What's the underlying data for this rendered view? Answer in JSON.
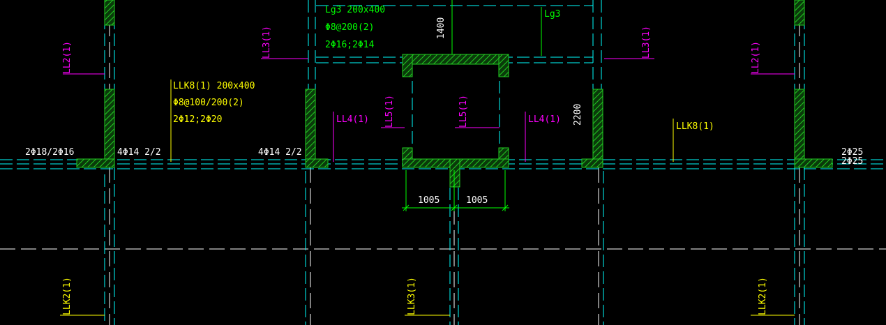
{
  "colors": {
    "background": "#000000",
    "axis_line": "#00ffff",
    "wall_hatch": "#22cc22",
    "gridline": "#ffffff",
    "yellow_label": "#ffff00",
    "magenta_label": "#ff00ff",
    "green_label": "#00ff00"
  },
  "labels": {
    "lg3_spec": "Lg3 200x400",
    "lg3_stirrup": "Φ8@200(2)",
    "lg3_bars": "2Φ16;2Φ14",
    "lg3_tag": "Lg3",
    "dim_1400": "1400",
    "dim_2200": "2200",
    "dim_1005_left": "1005",
    "dim_1005_right": "1005",
    "ll3_left": "LL3(1)",
    "ll3_right": "LL3(1)",
    "ll2_left": "LL2(1)",
    "ll2_right": "LL2(1)",
    "llk8_spec": "LLK8(1) 200x400",
    "llk8_stirrup": "Φ8@100/200(2)",
    "llk8_bars": "2Φ12;2Φ20",
    "llk8_right": "LLK8(1)",
    "ll4_left": "LL4(1)",
    "ll4_right": "LL4(1)",
    "ll5_left": "LL5(1)",
    "ll5_center": "LL5(1)",
    "bar_left": "2Φ18/2Φ16",
    "bar_4_14_a": "4Φ14 2/2",
    "bar_4_14_b": "4Φ14 2/2",
    "bar_right_top": "2Φ25",
    "bar_right_bot": "2Φ25",
    "llk2_left": "LLK2(1)",
    "llk3_mid": "LLK3(1)",
    "llk2_right": "LLK2(1)"
  }
}
